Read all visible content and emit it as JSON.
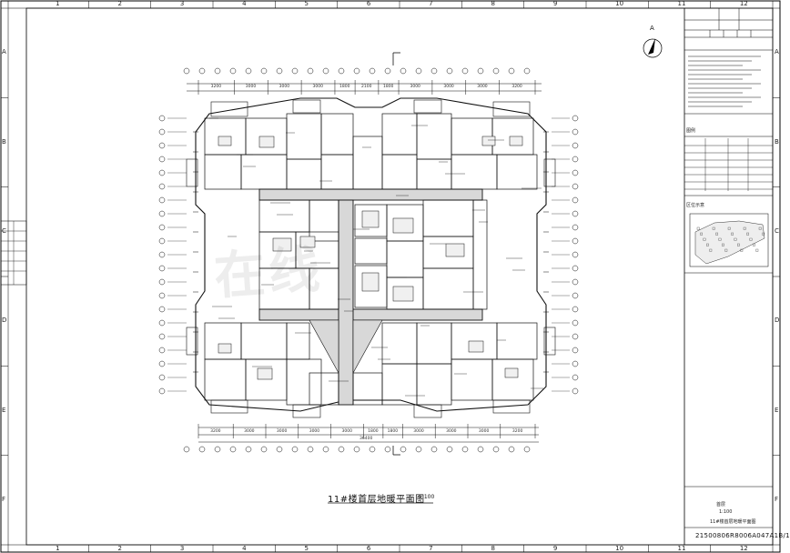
{
  "sheet": {
    "plan_title": "11#楼首层地暖平面图",
    "plan_title_scale": "1:100",
    "drawing_number": "21500806R8006A047A1B/1",
    "north_label": "A"
  },
  "grid": {
    "columns": [
      "1",
      "2",
      "3",
      "4",
      "5",
      "6",
      "7",
      "8",
      "9",
      "10",
      "11",
      "12"
    ],
    "rows": [
      "A",
      "B",
      "C",
      "D",
      "E",
      "F"
    ]
  },
  "title_block": {
    "row1": "",
    "row2": "",
    "legend_heading": "图例",
    "keyplan_heading": "区位示意",
    "drawing_name": "首层",
    "scale": "1:100",
    "sheet_name": "11#楼首层地暖平面图"
  },
  "dimensions": {
    "top": [
      "3200",
      "3000",
      "3000",
      "3000",
      "1800",
      "2100",
      "1800",
      "3000",
      "3000",
      "3000",
      "3200"
    ],
    "bottom": [
      "3200",
      "3000",
      "3000",
      "3000",
      "3000",
      "1800",
      "1800",
      "3000",
      "3000",
      "3000",
      "3200"
    ],
    "overall": "36400"
  }
}
